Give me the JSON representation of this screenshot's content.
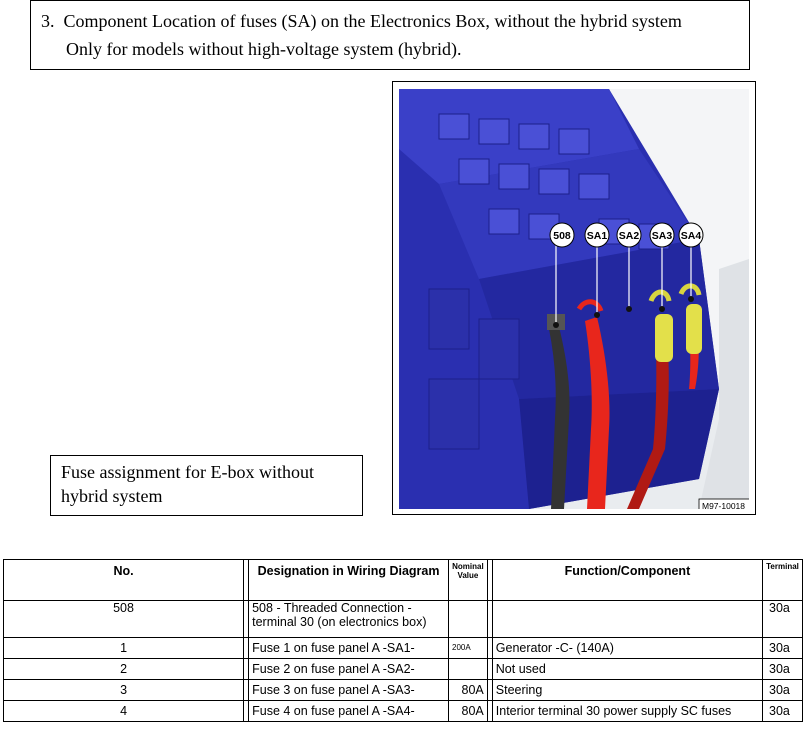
{
  "heading": {
    "number": "3.",
    "title": "Component Location of fuses (SA) on the Electronics Box, without the hybrid system",
    "subtitle": "Only for models without high-voltage system (hybrid)."
  },
  "figure": {
    "callouts": [
      "508",
      "SA1",
      "SA2",
      "SA3",
      "SA4"
    ],
    "figure_id": "M97-10018",
    "colors": {
      "box": "#2a2fb0",
      "cable_black": "#333333",
      "cable_red": "#e8261c",
      "cable_yellow": "#e3e04a"
    }
  },
  "caption": "Fuse assignment for E-box without hybrid system",
  "table": {
    "headers": {
      "no": "No.",
      "designation": "Designation in Wiring Diagram",
      "nominal": "Nominal Value",
      "function": "Function/Component",
      "terminal": "Terminal"
    },
    "rows": [
      {
        "no": "508",
        "designation": "508 - Threaded Connection - terminal 30 (on electronics box)",
        "value": "",
        "function": "",
        "terminal": "30a"
      },
      {
        "no": "1",
        "designation": "Fuse 1 on fuse panel A -SA1-",
        "value": "200A",
        "function": "Generator -C- (140A)",
        "terminal": "30a"
      },
      {
        "no": "2",
        "designation": "Fuse 2 on fuse panel A -SA2-",
        "value": "",
        "function": "Not used",
        "terminal": "30a"
      },
      {
        "no": "3",
        "designation": "Fuse 3 on fuse panel A -SA3-",
        "value": "80A",
        "function": "Steering",
        "terminal": "30a"
      },
      {
        "no": "4",
        "designation": "Fuse 4 on fuse panel A -SA4-",
        "value": "80A",
        "function": "Interior terminal 30 power supply SC fuses",
        "terminal": "30a"
      }
    ]
  }
}
